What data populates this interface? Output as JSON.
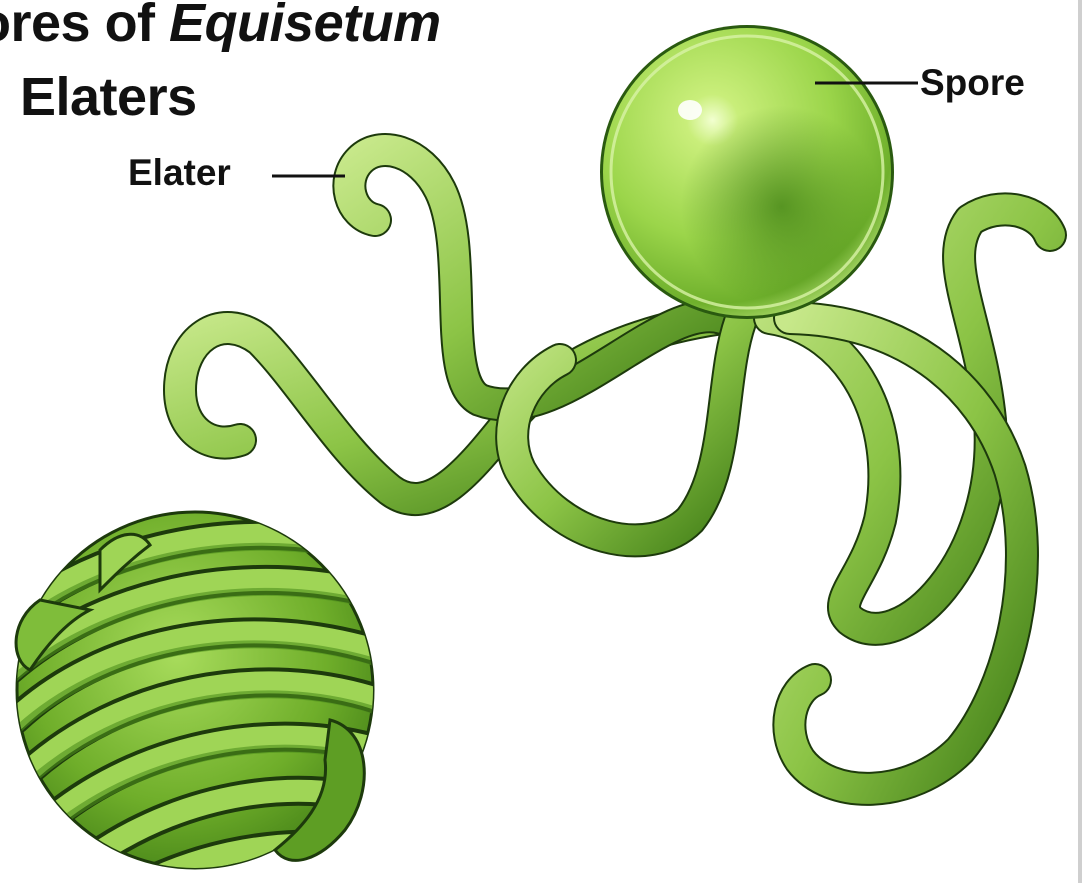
{
  "title": {
    "line1_prefix": "ores of ",
    "line1_italic": "Equisetum",
    "line2": "Elaters"
  },
  "labels": {
    "elater": "Elater",
    "spore": "Spore"
  },
  "colors": {
    "ribbon_light": "#b6dc6e",
    "ribbon_mid": "#7fbd3a",
    "ribbon_dark": "#2f6b12",
    "spore_light": "#c9ee7a",
    "spore_mid": "#8fcf3c",
    "spore_dark": "#4f8f1c",
    "outline": "#1d3a0c"
  }
}
